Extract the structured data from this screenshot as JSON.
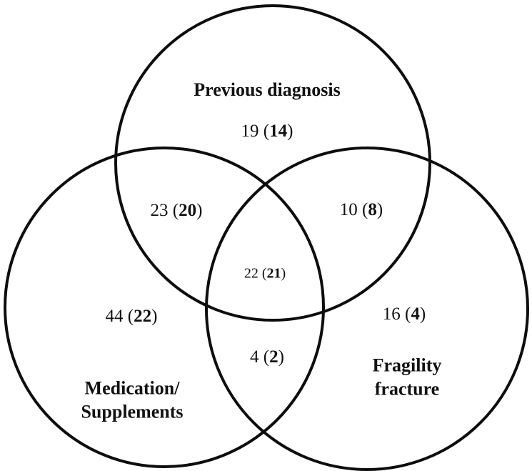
{
  "diagram": {
    "type": "venn-3-set",
    "colors": {
      "stroke": "#0d0d0d",
      "text": "#111111",
      "background": "#ffffff"
    },
    "sets": {
      "previous_diagnosis": {
        "title": "Previous diagnosis"
      },
      "medication_supplements": {
        "title_line1": "Medication/",
        "title_line2": "Supplements"
      },
      "fragility_fracture": {
        "title_line1": "Fragility",
        "title_line2": "fracture"
      }
    },
    "regions": {
      "previous_only": {
        "prefix": "19 (",
        "bold": "14",
        "suffix": ")"
      },
      "previous_medication": {
        "prefix": "23 (",
        "bold": "20",
        "suffix": ")"
      },
      "previous_fragility": {
        "prefix": "10 (",
        "bold": "8",
        "suffix": ")"
      },
      "all_three": {
        "prefix": "22 (",
        "bold": "21",
        "suffix": ")"
      },
      "medication_only": {
        "prefix": "44 (",
        "bold": "22",
        "suffix": ")"
      },
      "fragility_only": {
        "prefix": "16 (",
        "bold": "4",
        "suffix": ")"
      },
      "medication_fragility": {
        "prefix": "4 (",
        "bold": "2",
        "suffix": ")"
      }
    }
  }
}
